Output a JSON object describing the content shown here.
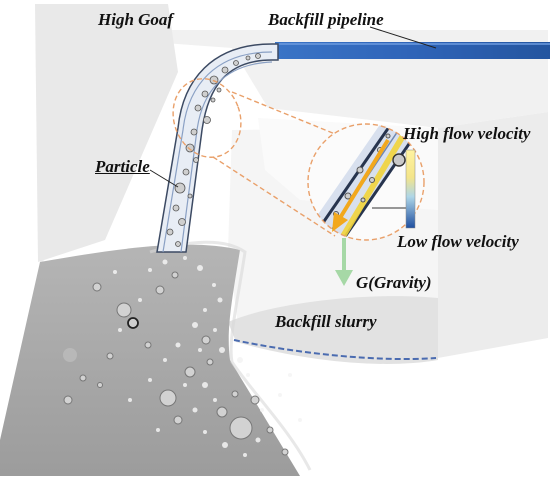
{
  "labels": {
    "high_goaf": "High Goaf",
    "backfill_pipeline": "Backfill pipeline",
    "particle": "Particle",
    "high_flow_velocity": "High flow velocity",
    "low_flow_velocity": "Low flow velocity",
    "gravity": "G(Gravity)",
    "backfill_slurry": "Backfill slurry"
  },
  "colors": {
    "pipeline_blue": "#2f64b8",
    "gravity_arrow": "#a6d8a6",
    "flow_arrow": "#f2a81d",
    "callout_dash": "#e9a06a",
    "slurry_dash": "#4a6bb0",
    "ground_gray": "#a3a3a3"
  }
}
